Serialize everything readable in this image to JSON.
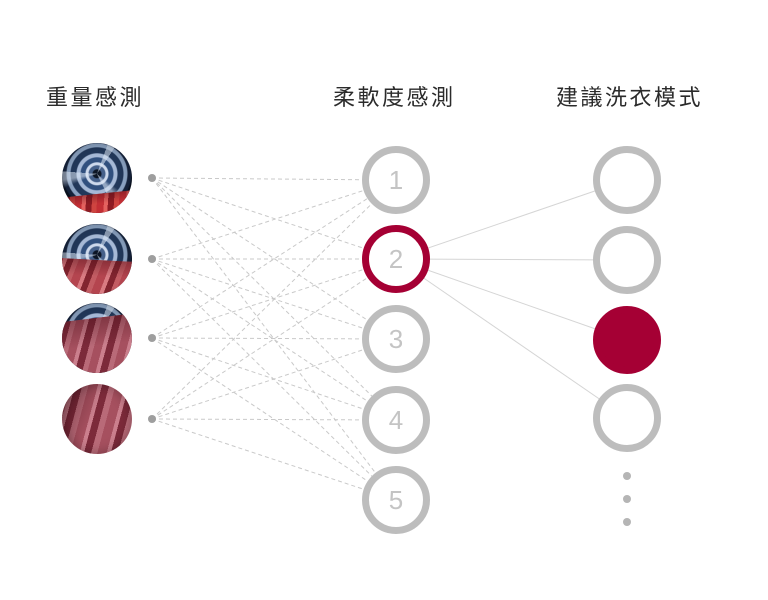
{
  "headers": {
    "weight": "重量感測",
    "softness": "柔軟度感測",
    "mode": "建議洗衣模式"
  },
  "weight_column": {
    "items": [
      {
        "icon": "drum-photo-light-load",
        "description": "washer drum with small red fabric load"
      },
      {
        "icon": "drum-photo-medium-load",
        "description": "washer drum half covered by red fabric"
      },
      {
        "icon": "drum-photo-heavy-load",
        "description": "washer drum mostly covered by red fabric"
      },
      {
        "icon": "fabric-photo-full-load",
        "description": "drum completely filled with red fabric"
      }
    ]
  },
  "softness_column": {
    "items": [
      {
        "label": "1",
        "active": false
      },
      {
        "label": "2",
        "active": true
      },
      {
        "label": "3",
        "active": false
      },
      {
        "label": "4",
        "active": false
      },
      {
        "label": "5",
        "active": false
      }
    ]
  },
  "mode_column": {
    "items": [
      {
        "state": "empty"
      },
      {
        "state": "empty"
      },
      {
        "state": "selected"
      },
      {
        "state": "empty"
      }
    ],
    "more_indicator_dots": 3
  },
  "connections": {
    "weight_to_softness": "all-to-all",
    "weight_to_softness_style": "dashed",
    "softness_source_index": 1,
    "softness_to_mode_targets": [
      0,
      1,
      2,
      3
    ],
    "softness_to_mode_style": "solid"
  },
  "colors": {
    "accent_red": "#a50034",
    "node_border_gray": "#bdbdbd",
    "node_number_gray": "#c4c4c4",
    "dashed_line_gray": "#c9c9c9",
    "solid_line_gray": "#d5d5d5",
    "connector_dot_gray": "#9e9e9e",
    "heading_text": "#2b2b2b",
    "background": "#ffffff"
  }
}
